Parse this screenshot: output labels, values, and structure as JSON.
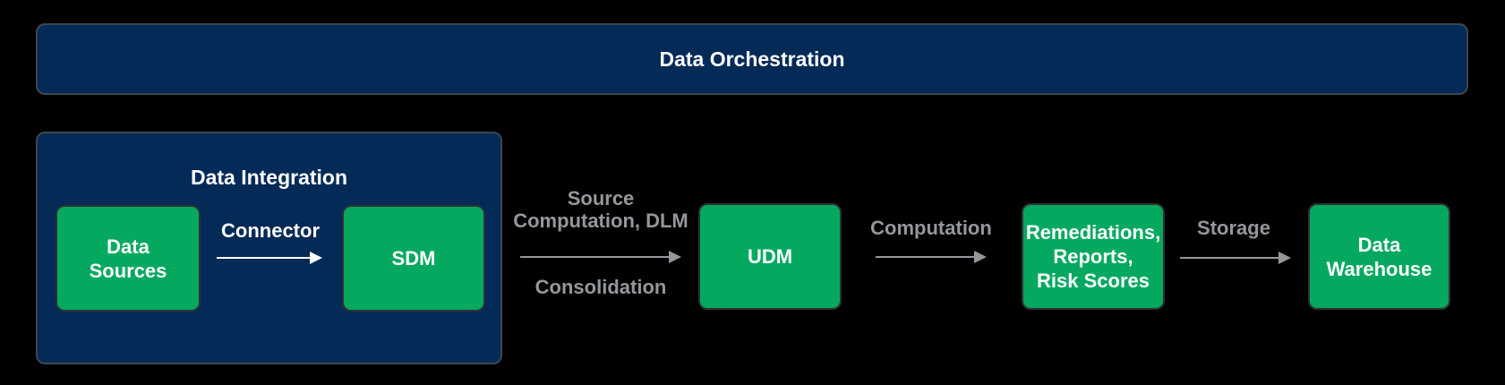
{
  "colors": {
    "background": "#000000",
    "panel_navy": "#042a57",
    "node_green": "#04a95f",
    "label_gray": "#94979b",
    "text_white": "#ffffff"
  },
  "orchestration_banner": {
    "title": "Data Orchestration"
  },
  "integration_panel": {
    "title": "Data Integration",
    "data_sources_node": {
      "line1": "Data",
      "line2": "Sources"
    },
    "connector_arrow": {
      "label": "Connector"
    },
    "sdm_node": {
      "label": "SDM"
    }
  },
  "pipeline": {
    "sdm_to_udm_arrow": {
      "label_above_line1": "Source",
      "label_above_line2": "Computation, DLM",
      "label_below": "Consolidation"
    },
    "udm_node": {
      "label": "UDM"
    },
    "udm_to_outputs_arrow": {
      "label": "Computation"
    },
    "outputs_node": {
      "line1": "Remediations,",
      "line2": "Reports,",
      "line3": "Risk Scores"
    },
    "outputs_to_warehouse_arrow": {
      "label": "Storage"
    },
    "warehouse_node": {
      "line1": "Data",
      "line2": "Warehouse"
    }
  }
}
